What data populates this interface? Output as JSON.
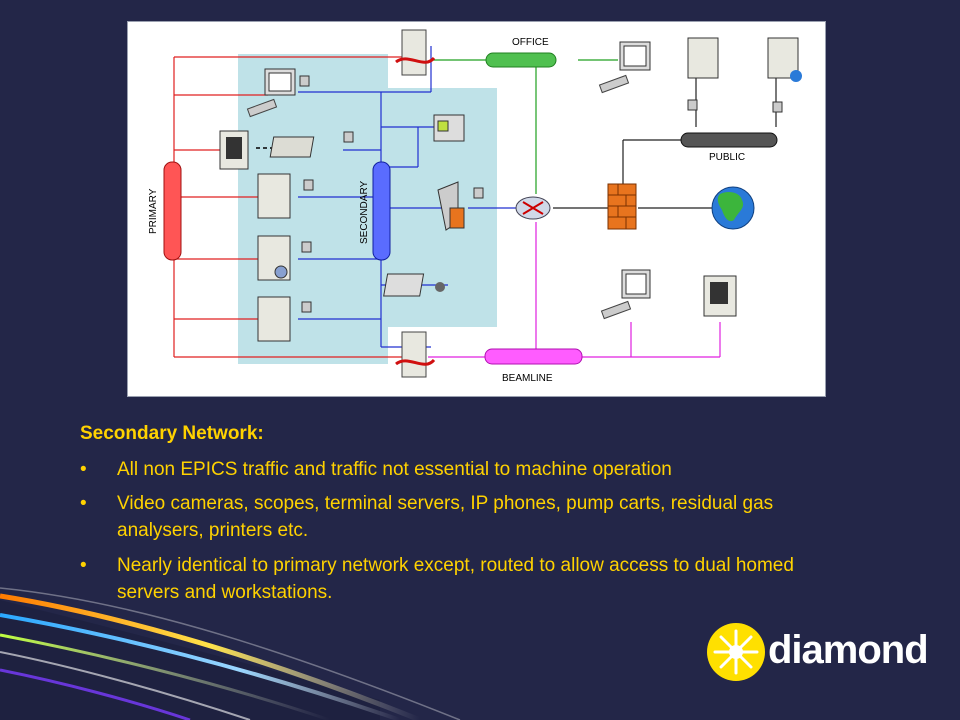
{
  "diagram": {
    "labels": {
      "office": "OFFICE",
      "public": "PUBLIC",
      "primary": "PRIMARY",
      "secondary": "SECONDARY",
      "beamline": "BEAMLINE"
    }
  },
  "content": {
    "heading": "Secondary Network:",
    "bullets": [
      "All non EPICS traffic and traffic not essential to machine operation",
      "Video cameras, scopes, terminal servers, IP phones, pump carts, residual gas analysers, printers etc.",
      "Nearly identical to primary network except, routed to allow access to dual homed servers and workstations."
    ],
    "bullet_symbol": "•"
  },
  "logo": {
    "text": "diamond"
  },
  "colors": {
    "background": "#232648",
    "text": "#ffd200",
    "primary_net": "#e02020",
    "secondary_net": "#2030d0",
    "office_net": "#20a020",
    "beamline_net": "#e020e0",
    "public_net": "#202020",
    "secondary_zone": "#bfe2e8"
  }
}
